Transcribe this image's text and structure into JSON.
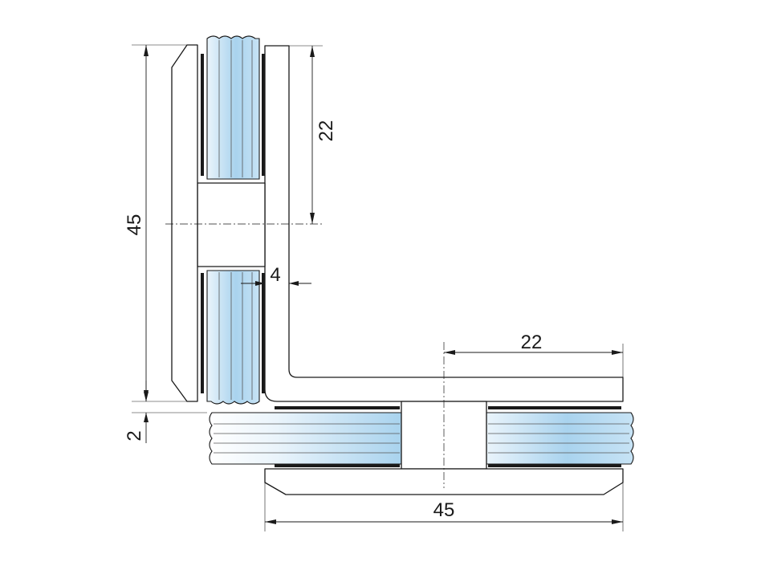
{
  "colors": {
    "line": "#1a1a1a",
    "glass_light": "#eaf4fb",
    "glass_blue": "#a9d3ee",
    "background": "#ffffff"
  },
  "dimensions": {
    "vertical_total": "45",
    "vertical_half": "22",
    "wall_thickness": "4",
    "gap": "2",
    "horizontal_half": "22",
    "horizontal_total": "45"
  }
}
